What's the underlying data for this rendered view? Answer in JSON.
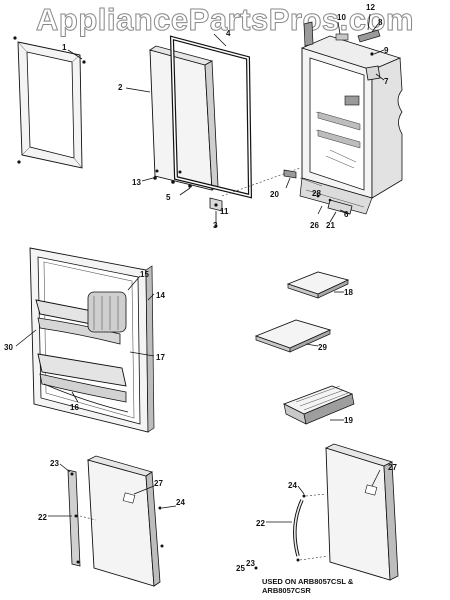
{
  "watermark": "AppliancePartsPros.com",
  "note": {
    "line1": "USED ON ARB8057CSL &",
    "line2": "ARB8057CSR"
  },
  "callouts": {
    "c1": "1",
    "c2": "2",
    "c3": "3",
    "c4": "4",
    "c5": "5",
    "c6": "6",
    "c7": "7",
    "c8": "8",
    "c9": "9",
    "c10": "10",
    "c11": "11",
    "c12": "12",
    "c13": "13",
    "c14": "14",
    "c15": "15",
    "c16": "16",
    "c17": "17",
    "c18": "18",
    "c19": "19",
    "c20": "20",
    "c21": "21",
    "c22a": "22",
    "c22b": "22",
    "c23a": "23",
    "c23b": "23",
    "c24a": "24",
    "c24b": "24",
    "c25": "25",
    "c26": "26",
    "c27a": "27",
    "c27b": "27",
    "c28": "28",
    "c29": "29",
    "c30": "30"
  }
}
